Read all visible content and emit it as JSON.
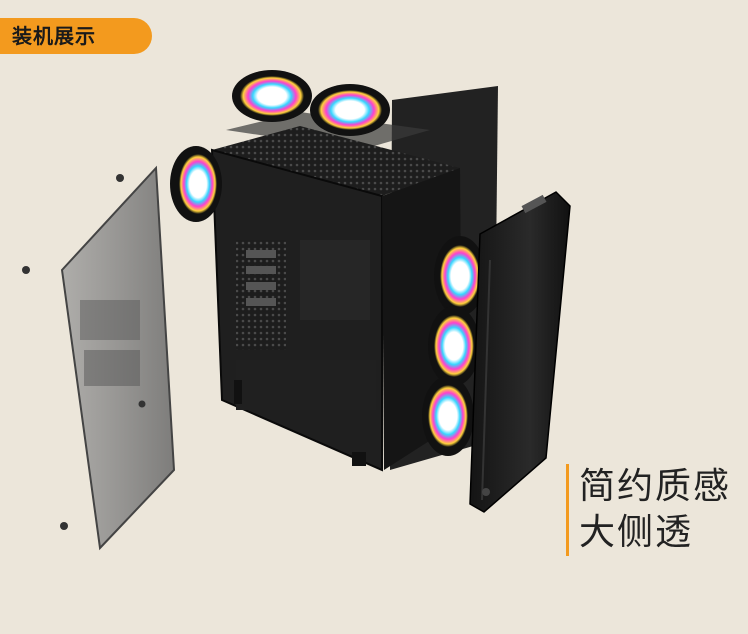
{
  "badge": {
    "label": "装机展示",
    "color": "#f39a1e"
  },
  "slogan": {
    "line1": "简约质感",
    "line2": "大侧透"
  },
  "image": {
    "subject": "exploded-pc-case-with-rgb-fans"
  }
}
